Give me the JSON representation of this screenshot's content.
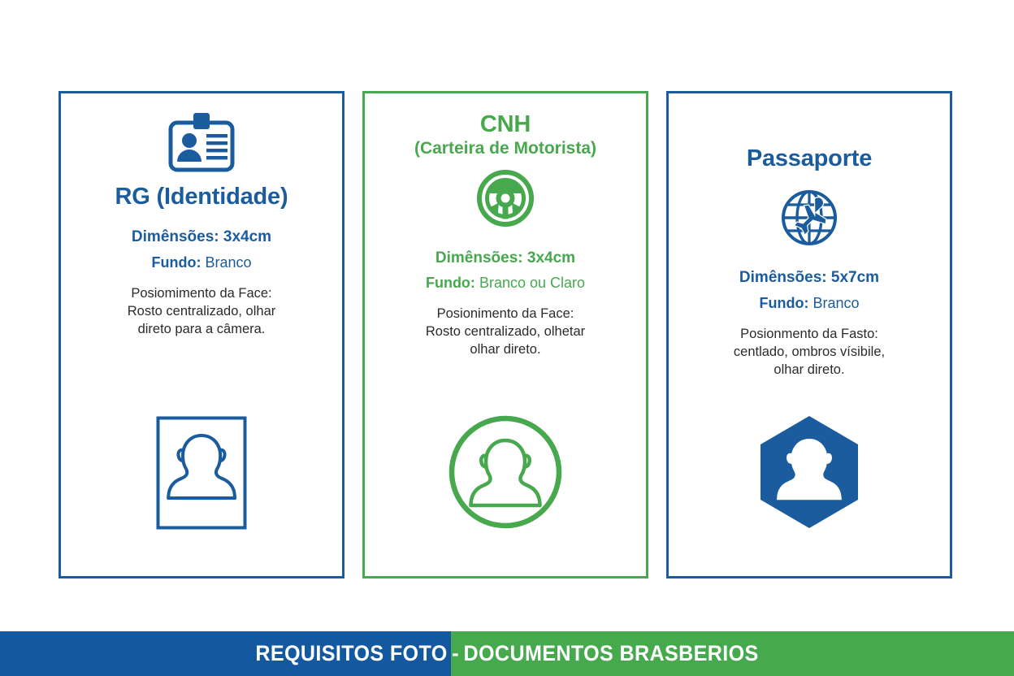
{
  "theme": {
    "blue": "#1b5c9e",
    "green": "#47a84e",
    "banner_blue": "#14589f",
    "banner_green": "#46a94e",
    "body_text": "#2b2b2b",
    "background": "#ffffff"
  },
  "cards": [
    {
      "id": "rg",
      "title": "RG (Identidade)",
      "subtitle": "",
      "icon_name": "id-badge-icon",
      "icon_position": "above-title",
      "dimensions": "Dimênsões: 3x4cm",
      "fundo_label": "Fundo:",
      "fundo_value": "Branco",
      "description": "Posiomimento da Face:\nRosto centralizado, olhar\ndireto para a câmera.",
      "avatar_name": "square-avatar-icon",
      "accent": "#1b5c9e"
    },
    {
      "id": "cnh",
      "title": "CNH",
      "subtitle": "(Carteira de Motorista)",
      "icon_name": "steering-wheel-icon",
      "icon_position": "below-title",
      "dimensions": "Dimênsões: 3x4cm",
      "fundo_label": "Fundo:",
      "fundo_value": "Branco ou Claro",
      "description": "Posionimento da Face:\nRosto centralizado, olhetar\nolhar direto.",
      "avatar_name": "circle-avatar-icon",
      "accent": "#47a84e"
    },
    {
      "id": "passaporte",
      "title": "Passaporte",
      "subtitle": "",
      "icon_name": "globe-airplane-icon",
      "icon_position": "below-title",
      "dimensions": "Dimênsões: 5x7cm",
      "fundo_label": "Fundo:",
      "fundo_value": "Branco",
      "description": "Posionmento da Fasto:\ncentlado, ombros vísibile,\nolhar direto.",
      "avatar_name": "hexagon-avatar-icon",
      "accent": "#1b5c9e"
    }
  ],
  "banner": {
    "left_text": "REQUISITOS FOTO",
    "separator": "-",
    "right_text": "DOCUMENTOS BRASBERIOS"
  }
}
